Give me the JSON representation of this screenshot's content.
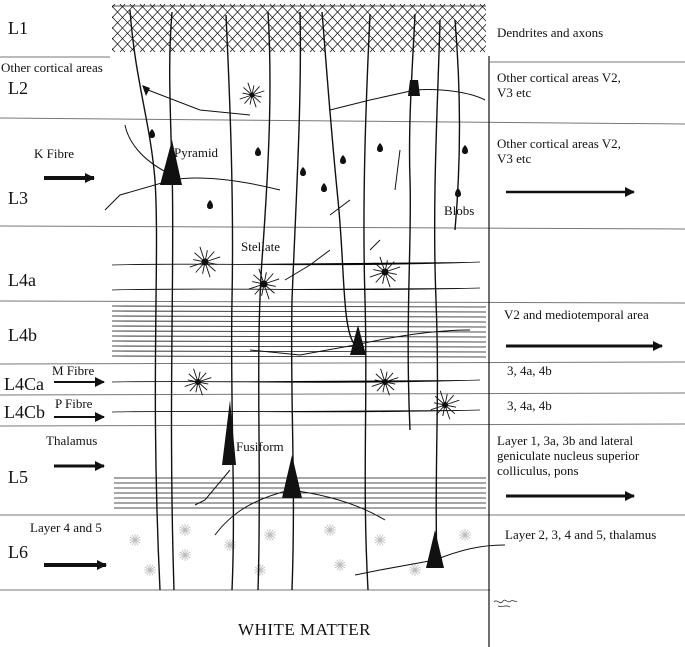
{
  "layers": [
    {
      "id": "l1",
      "label": "L1"
    },
    {
      "id": "l2",
      "label": "L2"
    },
    {
      "id": "l3",
      "label": "L3"
    },
    {
      "id": "l4a",
      "label": "L4a"
    },
    {
      "id": "l4b",
      "label": "L4b"
    },
    {
      "id": "l4ca",
      "label": "L4Ca"
    },
    {
      "id": "l4cb",
      "label": "L4Cb"
    },
    {
      "id": "l5",
      "label": "L5"
    },
    {
      "id": "l6",
      "label": "L6"
    }
  ],
  "inputs": {
    "other_cortical": "Other cortical areas",
    "k_fibre": "K Fibre",
    "m_fibre": "M Fibre",
    "p_fibre": "P Fibre",
    "thalamus": "Thalamus",
    "layer_4_5": "Layer 4 and 5"
  },
  "cells": {
    "pyramid": "Pyramid",
    "stellate": "Stellate",
    "blobs": "Blobs",
    "fusiform": "Fusiform"
  },
  "outputs": {
    "l1": "Dendrites and axons",
    "l2": "Other cortical areas V2, V3 etc",
    "l3": "Other cortical areas V2, V3 etc",
    "l4b": "V2 and mediotemporal area",
    "l4ca": "3, 4a, 4b",
    "l4cb": "3, 4a, 4b",
    "l5": "Layer 1, 3a, 3b and lateral geniculate nucleus superior colliculus, pons",
    "l6": "Layer 2, 3, 4 and 5, thalamus"
  },
  "footer": {
    "white_matter": "WHITE MATTER"
  },
  "colors": {
    "ink": "#111111",
    "rule": "#777777",
    "star": "#bbbbbb"
  }
}
